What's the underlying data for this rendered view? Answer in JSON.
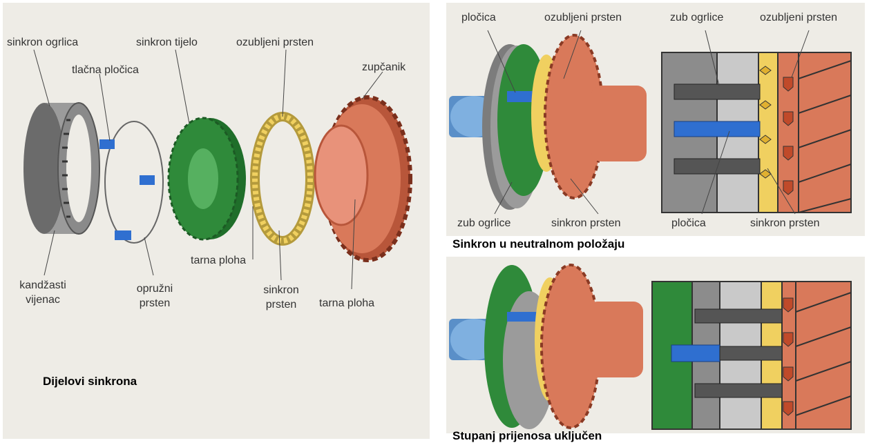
{
  "left_panel": {
    "caption": "Dijelovi sinkrona",
    "labels": {
      "sinkron_ogrlica": "sinkron ogrlica",
      "tlacna_plocica": "tlačna pločica",
      "sinkron_tijelo": "sinkron tijelo",
      "ozubljeni_prsten": "ozubljeni prsten",
      "zupcanik": "zupčanik",
      "kandzasti": "kandžasti",
      "vijenac": "vijenac",
      "opruzni": "opružni",
      "prsten": "prsten",
      "tarna_ploha_1": "tarna ploha",
      "sinkron": "sinkron",
      "prsten_2": "prsten",
      "tarna_ploha_2": "tarna ploha"
    }
  },
  "top_right_panel": {
    "labels": {
      "plocica": "pločica",
      "ozubljeni_prsten_1": "ozubljeni prsten",
      "zub_ogrlice_1": "zub ogrlice",
      "ozubljeni_prsten_2": "ozubljeni prsten",
      "zub_ogrlice_2": "zub ogrlice",
      "sinkron_prsten_1": "sinkron prsten",
      "plocica_2": "pločica",
      "sinkron_prsten_2": "sinkron prsten"
    }
  },
  "captions": {
    "neutral": "Sinkron u neutralnom položaju",
    "engaged": "Stupanj prijenosa uključen"
  },
  "colors": {
    "panel_bg": "#eeece6",
    "gray_part": "#8c8c8c",
    "blue_part": "#2f6fd0",
    "green_part": "#2f8a3a",
    "yellow_part": "#f0d060",
    "copper_part": "#d9795a",
    "leader_line": "#444444"
  }
}
